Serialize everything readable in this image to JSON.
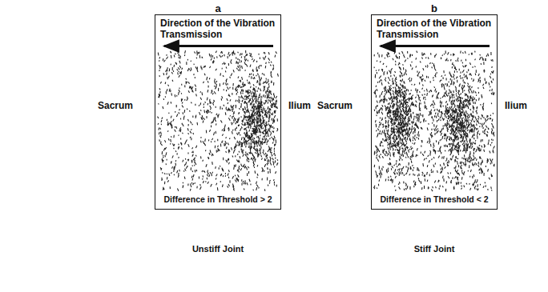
{
  "diagram": {
    "nodes": [
      {
        "text": [
          "Direction of the Vibration Transmission",
          "Difference in Threshold > 2"
        ]
      },
      {
        "text": [
          "Direction of the Vibration Transmission",
          "Difference in Threshold < 2"
        ]
      }
    ],
    "labels": [
      "a",
      "Sacrum",
      "Ilium",
      "Unstiff Joint",
      "b",
      "Sacrum",
      "Ilium",
      "Stiff Joint"
    ]
  }
}
